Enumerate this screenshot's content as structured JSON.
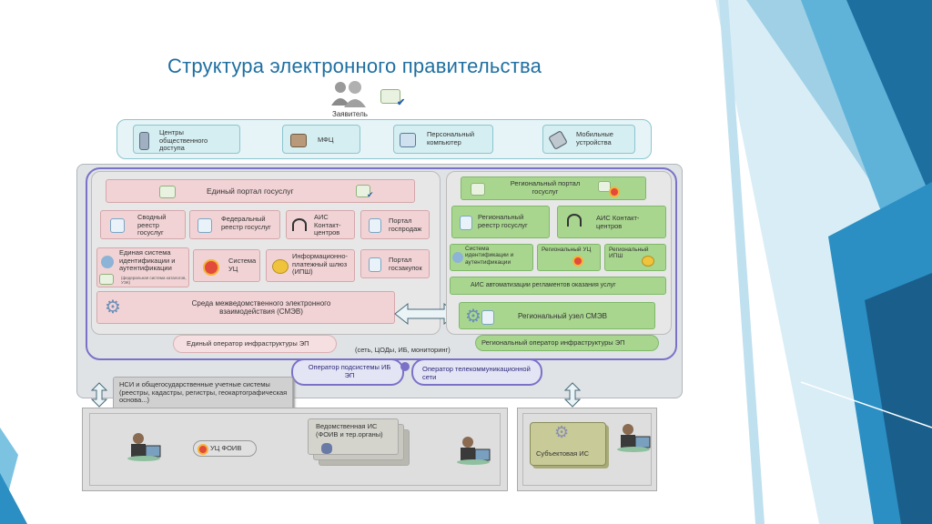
{
  "title": "Структура электронного правительства",
  "applicant": "Заявитель",
  "top_row": [
    "Центры общественного доступа",
    "МФЦ",
    "Персональный компьютер",
    "Мобильные устройства"
  ],
  "federal": {
    "portal": "Единый портал госуслуг",
    "registry_summary": "Сводный реестр госуслуг",
    "registry_federal": "Федеральный реестр госуслуг",
    "ais_contact": "АИС Контакт-центров",
    "portal_gosprodazh": "Портал госпродаж",
    "esia": "Единая система идентификации и аутентификации",
    "esia_note": "(федеральная система каталогов, УЭК)",
    "uc_system": "Система УЦ",
    "payment_gateway": "Информационно-платежный шлюз (ИПШ)",
    "portal_goszakupok": "Портал госзакупок",
    "smev": "Среда межведомственного электронного взаимодействия (СМЭВ)",
    "operator": "Единый оператор инфраструктуры ЭП"
  },
  "regional": {
    "portal": "Региональный портал госуслуг",
    "registry": "Региональный реестр госуслуг",
    "ais_contact": "АИС Контакт-центров",
    "ident": "Система идентификации и аутентификации",
    "uc": "Региональный УЦ",
    "ipsh": "Региональный ИПШ",
    "automation": "АИС автоматизации регламентов оказания услуг",
    "smev_node": "Региональный узел СМЭВ",
    "operator": "Региональный оператор инфраструктуры ЭП"
  },
  "middle": {
    "network_note": "(сеть, ЦОДы, ИБ, мониторинг)",
    "ib_operator": "Оператор подсистемы ИБ ЭП",
    "telecom_operator": "Оператор телекоммуникационной сети"
  },
  "nsi": "НСИ и общегосударственные учетные системы (реестры, кадастры, регистры, геокартографическая основа...)",
  "bottom": {
    "uc_foiv": "УЦ ФОИВ",
    "dept_is": "Ведомственная ИС (ФОИВ и тер.органы)",
    "subject_is": "Субъектовая ИС"
  },
  "colors": {
    "title": "#1f6fa0",
    "frame_purple": "#7b72c8",
    "pink": "#f1d3d5",
    "green": "#a9d68f",
    "cyan": "#d4eef1",
    "deco_blue": "#2b8fc4"
  }
}
